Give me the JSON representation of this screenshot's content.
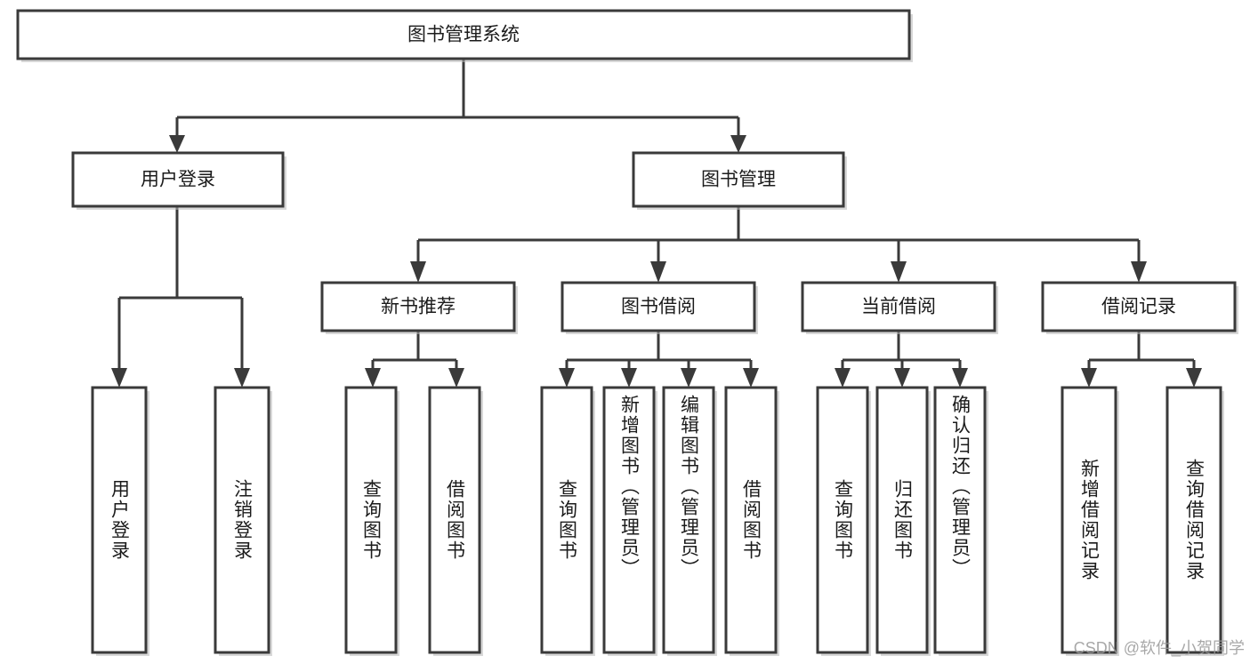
{
  "diagram": {
    "type": "tree",
    "title": "图书管理系统",
    "orientation": "top-down",
    "colors": {
      "background": "#ffffff",
      "box_fill": "#ffffff",
      "box_stroke": "#3a3a3a",
      "connector": "#3a3a3a",
      "text": "#1b1b1b",
      "watermark": "#9a9a9a"
    },
    "root": {
      "label": "图书管理系统"
    },
    "level1": [
      {
        "label": "用户登录"
      },
      {
        "label": "图书管理"
      }
    ],
    "level2": [
      {
        "label": "新书推荐"
      },
      {
        "label": "图书借阅"
      },
      {
        "label": "当前借阅"
      },
      {
        "label": "借阅记录"
      }
    ],
    "leaves": {
      "user_login": [
        {
          "label": "用户登录"
        },
        {
          "label": "注销登录"
        }
      ],
      "new_book_recommend": [
        {
          "label": "查询图书"
        },
        {
          "label": "借阅图书"
        }
      ],
      "book_borrow": [
        {
          "label": "查询图书"
        },
        {
          "label": "新增图书（管理员）"
        },
        {
          "label": "编辑图书（管理员）"
        },
        {
          "label": "借阅图书"
        }
      ],
      "current_borrow": [
        {
          "label": "查询图书"
        },
        {
          "label": "归还图书"
        },
        {
          "label": "确认归还（管理员）"
        }
      ],
      "borrow_record": [
        {
          "label": "新增借阅记录"
        },
        {
          "label": "查询借阅记录"
        }
      ]
    }
  },
  "watermark": {
    "text": "CSDN @软件_小贺同学"
  }
}
